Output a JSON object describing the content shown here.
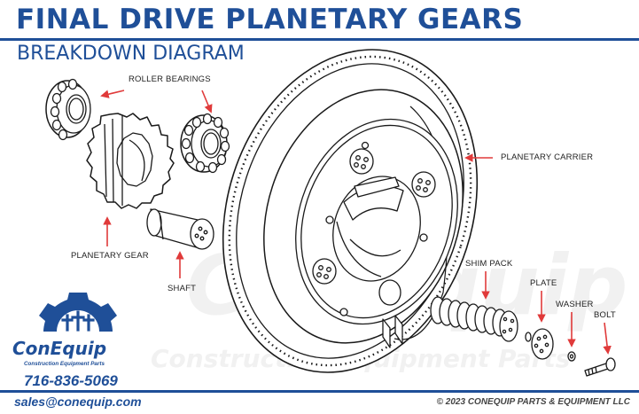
{
  "header": {
    "title": "FINAL DRIVE PLANETARY GEARS",
    "subtitle": "BREAKDOWN DIAGRAM"
  },
  "labels": {
    "roller_bearings": "ROLLER BEARINGS",
    "planetary_carrier": "PLANETARY CARRIER",
    "planetary_gear": "PLANETARY GEAR",
    "shaft": "SHAFT",
    "shim_pack": "SHIM PACK",
    "plate": "PLATE",
    "washer": "WASHER",
    "bolt": "BOLT"
  },
  "brand": {
    "name": "ConEquip",
    "tagline": "Construction Equipment Parts",
    "phone": "716-836-5069",
    "email": "sales@conequip.com",
    "copyright": "© 2023 CONEQUIP PARTS & EQUIPMENT LLC",
    "watermark_top": "ConEquip",
    "watermark_bottom": "Construction Equipment Parts"
  },
  "colors": {
    "brand_blue": "#1f4f98",
    "arrow_red": "#e03a3a",
    "line": "#1a1a1a"
  },
  "icons": {
    "logo": "gear-with-crosses-icon"
  }
}
